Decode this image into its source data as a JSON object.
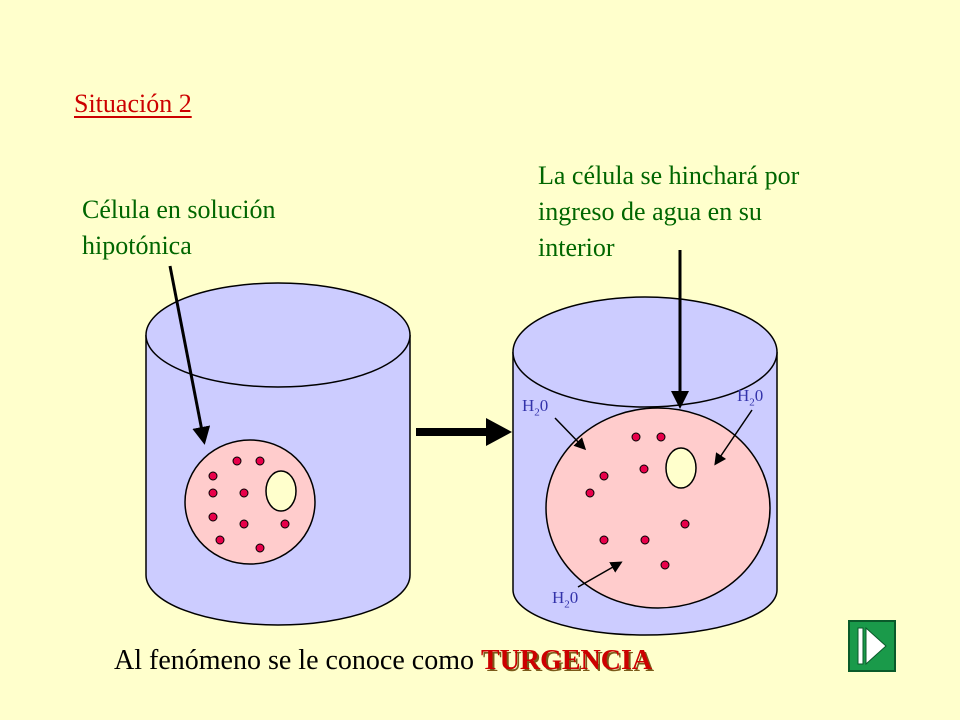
{
  "title": "Situación 2",
  "label_left": [
    "Célula en solución",
    "hipotónica"
  ],
  "label_right": [
    "La célula se hinchará por",
    "ingreso de agua en su",
    "interior"
  ],
  "water_label": "H",
  "water_sub": "2",
  "water_tail": "0",
  "bottom_prefix": "Al fenómeno  se le conoce como ",
  "bottom_term": "TURGENCIA",
  "colors": {
    "background": "#ffffcc",
    "beaker": "#ccccff",
    "cell": "#ffcccc",
    "particle": "#e8004a",
    "title": "#cc0000",
    "labels": "#006600"
  },
  "nav": {
    "icon": "end-icon"
  }
}
